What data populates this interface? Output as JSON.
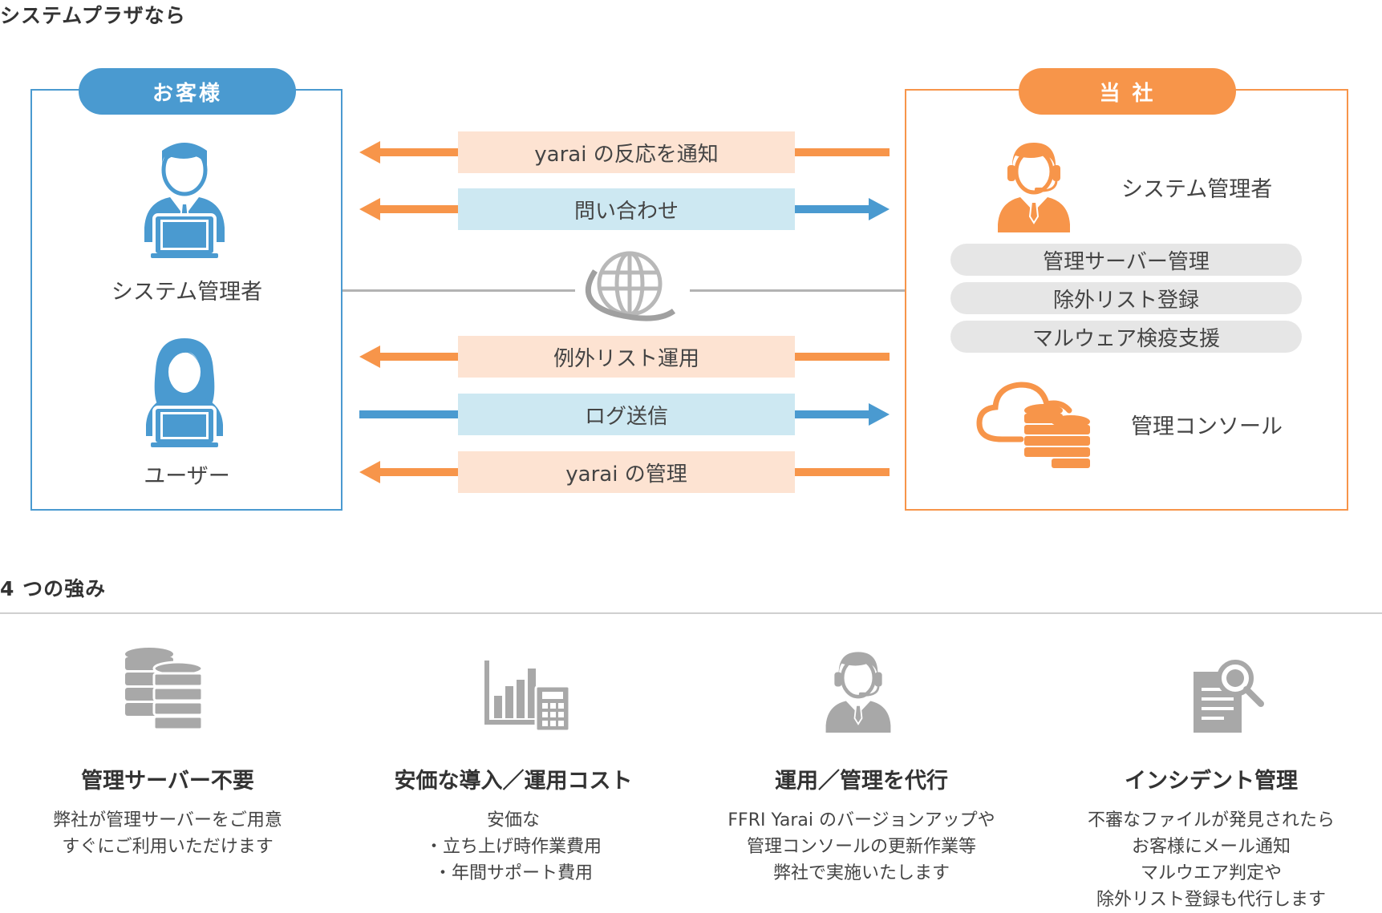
{
  "section_system": {
    "title": "システムプラザなら"
  },
  "customer": {
    "header": "お客様",
    "admin_label": "システム管理者",
    "user_label": "ユーザー"
  },
  "company": {
    "header": "当 社",
    "admin_label": "システム管理者",
    "services": [
      "管理サーバー管理",
      "除外リスト登録",
      "マルウェア検疫支援"
    ],
    "console_label": "管理コンソール"
  },
  "flows": [
    {
      "label": "yarai の反応を通知",
      "direction": "to-customer"
    },
    {
      "label": "問い合わせ",
      "direction": "both"
    },
    {
      "label": "例外リスト運用",
      "direction": "to-customer"
    },
    {
      "label": "ログ送信",
      "direction": "to-company"
    },
    {
      "label": "yarai の管理",
      "direction": "to-customer"
    }
  ],
  "section_strengths": {
    "title": "4 つの強み"
  },
  "features": [
    {
      "icon": "server-icon",
      "title": "管理サーバー不要",
      "lines": [
        "弊社が管理サーバーをご用意",
        "すぐにご利用いただけます"
      ]
    },
    {
      "icon": "cost-chart-icon",
      "title": "安価な導入／運用コスト",
      "lines": [
        "安価な",
        "・立ち上げ時作業費用",
        "・年間サポート費用"
      ]
    },
    {
      "icon": "operator-icon",
      "title": "運用／管理を代行",
      "lines": [
        "FFRI Yarai のバージョンアップや",
        "管理コンソールの更新作業等",
        "弊社で実施いたします"
      ]
    },
    {
      "icon": "document-search-icon",
      "title": "インシデント管理",
      "lines": [
        "不審なファイルが発見されたら",
        "お客様にメール通知",
        "マルウエア判定や",
        "除外リスト登録も代行します"
      ]
    }
  ],
  "colors": {
    "blue": "#4a9ad0",
    "orange": "#f7954a",
    "gray_icon": "#a8a8a8"
  }
}
